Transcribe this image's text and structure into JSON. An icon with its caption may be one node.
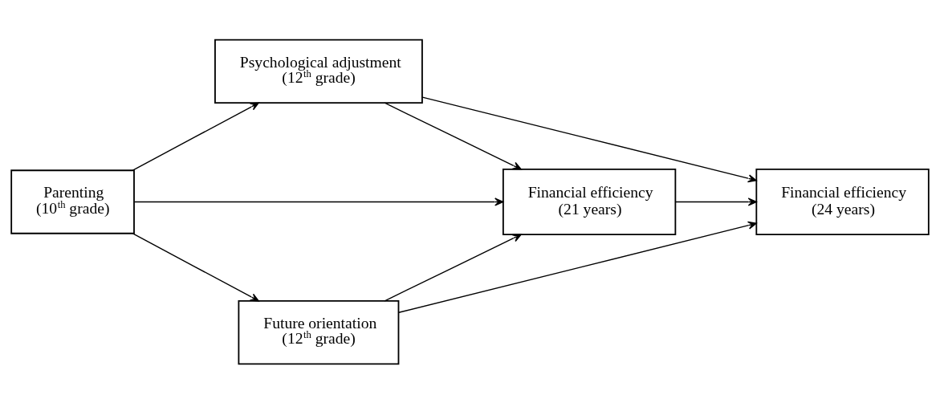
{
  "diagram": {
    "nodes": [
      {
        "text": [
          "Psychological adjustment (12$^{th}$ grade)"
        ]
      },
      {
        "text": [
          "Parenting (10$^{th}$ grade)"
        ]
      },
      {
        "text": [
          "Financial efficiency (21 years)"
        ]
      },
      {
        "text": [
          "Financial efficiency (24 years)"
        ]
      },
      {
        "text": [
          "Future orientation (12$^{th}$ grade)"
        ]
      }
    ],
    "edges": [
      {
        "from": 1,
        "to": 0,
        "arrow": "to"
      },
      {
        "from": 1,
        "to": 2,
        "arrow": "to"
      },
      {
        "from": 1,
        "to": 4,
        "arrow": "to"
      },
      {
        "from": 0,
        "to": 2,
        "arrow": "to"
      },
      {
        "from": 0,
        "to": 3,
        "arrow": "to"
      },
      {
        "from": 4,
        "to": 2,
        "arrow": "to"
      },
      {
        "from": 4,
        "to": 3,
        "arrow": "to"
      },
      {
        "from": 2,
        "to": 3,
        "arrow": "to"
      }
    ]
  }
}
